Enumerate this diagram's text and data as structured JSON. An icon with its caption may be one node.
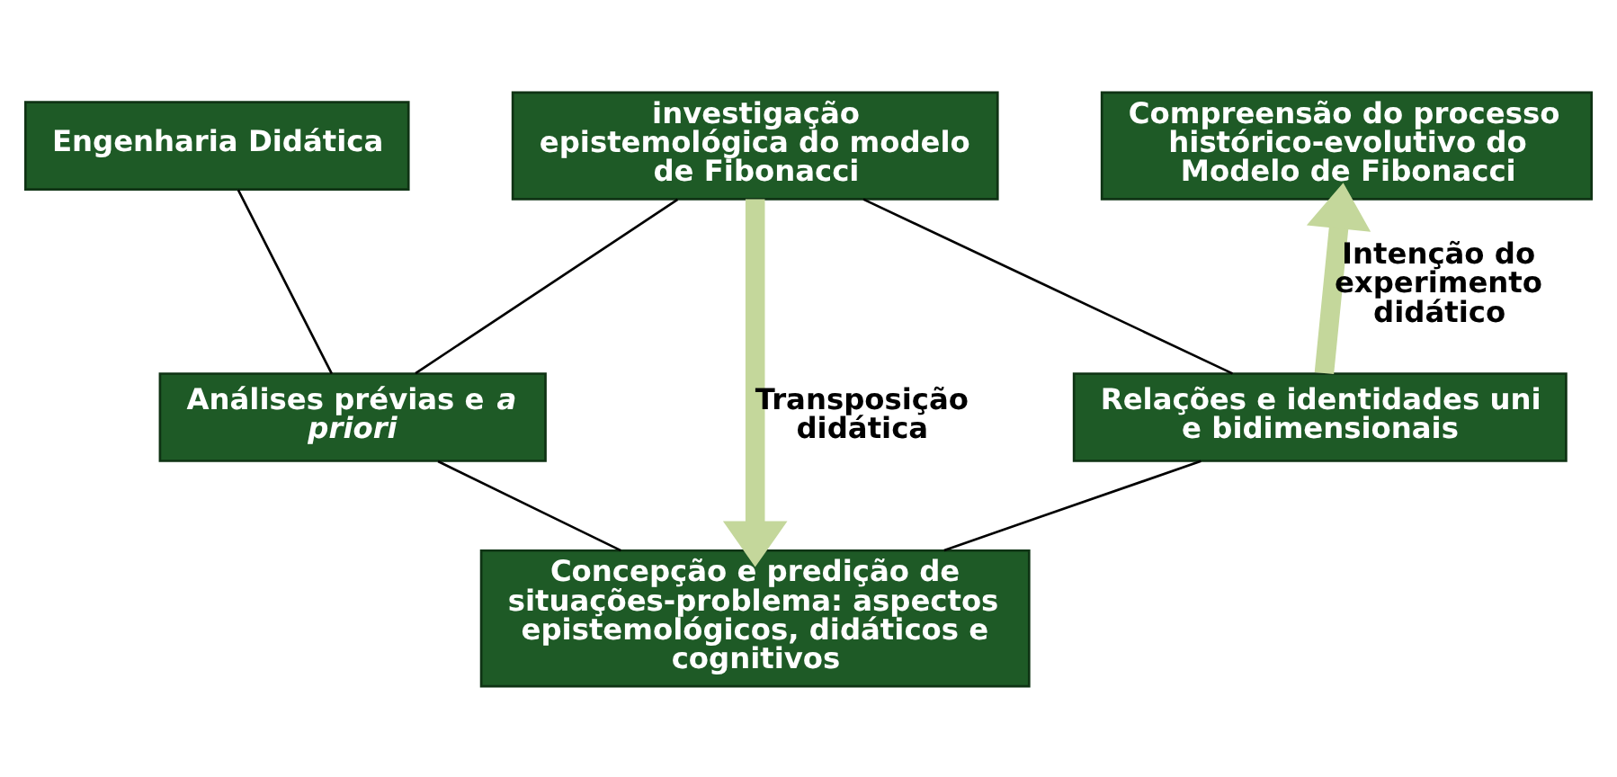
{
  "diagram": {
    "nodes": [
      {
        "text": [
          "Engenharia Didática"
        ]
      },
      {
        "text": [
          "investigação epistemológica do modelo de Fibonacci"
        ]
      },
      {
        "text": [
          "Compreensão do processo histórico-evolutivo do Modelo de Fibonacci"
        ]
      },
      {
        "text": [
          "Análises prévias e *a priori*"
        ]
      },
      {
        "text": [
          "Relações e identidades uni e bidimensionais"
        ]
      },
      {
        "text": [
          "Concepção e predição de situações-problema: aspectos epistemológicos, didáticos e cognitivos"
        ]
      }
    ],
    "edges": [
      {
        "from": 0,
        "to": 3,
        "arrow": "none"
      },
      {
        "from": 3,
        "to": 1,
        "arrow": "none"
      },
      {
        "from": 1,
        "to": 4,
        "arrow": "none"
      },
      {
        "from": 3,
        "to": 5,
        "arrow": "none"
      },
      {
        "from": 5,
        "to": 4,
        "arrow": "none"
      },
      {
        "from": 1,
        "to": 5,
        "arrow": "to",
        "label": "Transposição didática",
        "style": "thick",
        "color": "#c4d79b"
      },
      {
        "from": 4,
        "to": 2,
        "arrow": "to",
        "label": "Intenção do experimento didático",
        "style": "thick",
        "color": "#c4d79b"
      }
    ]
  }
}
